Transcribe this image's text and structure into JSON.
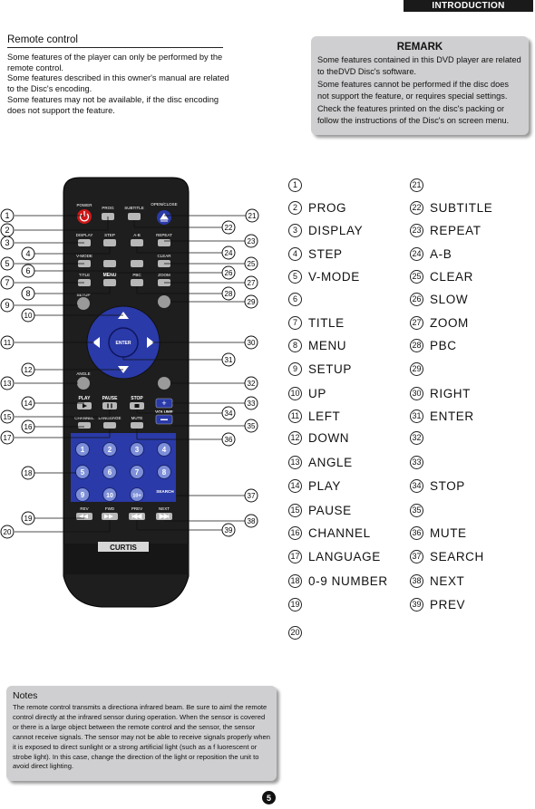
{
  "header": {
    "title": "INTRODUCTION"
  },
  "section": {
    "title": "Remote control"
  },
  "intro": [
    "Some features of the player can only be performed by the remote control.",
    "Some features described in this owner's manual are related to the Disc's encoding.",
    "Some features may not be available,  if the disc encoding does not support the feature."
  ],
  "remark": {
    "title": "REMARK",
    "lines": [
      "Some features contained in this DVD player are related to theDVD Disc's software.",
      "Some features cannot be performed if the disc does not support the feature, or requires special settings.",
      "Check the features printed on the disc's packing or follow the instructions of the Disc's on screen menu."
    ]
  },
  "legend_left": [
    {
      "num": "1",
      "label": ""
    },
    {
      "num": "2",
      "label": "PROG"
    },
    {
      "num": "3",
      "label": "DISPLAY"
    },
    {
      "num": "4",
      "label": "STEP"
    },
    {
      "num": "5",
      "label": "V-MODE"
    },
    {
      "num": "6",
      "label": ""
    },
    {
      "num": "7",
      "label": "TITLE"
    },
    {
      "num": "8",
      "label": "MENU"
    },
    {
      "num": "9",
      "label": "SETUP"
    },
    {
      "num": "10",
      "label": "UP"
    },
    {
      "num": "11",
      "label": "LEFT"
    },
    {
      "num": "12",
      "label": "DOWN"
    },
    {
      "num": "13",
      "label": "ANGLE"
    },
    {
      "num": "14",
      "label": "PLAY"
    },
    {
      "num": "15",
      "label": "PAUSE"
    },
    {
      "num": "16",
      "label": "CHANNEL"
    },
    {
      "num": "17",
      "label": "LANGUAGE"
    },
    {
      "num": "18",
      "label": "0-9 NUMBER"
    },
    {
      "num": "19",
      "label": ""
    },
    {
      "num": "20",
      "label": ""
    }
  ],
  "legend_right": [
    {
      "num": "21",
      "label": ""
    },
    {
      "num": "22",
      "label": "SUBTITLE"
    },
    {
      "num": "23",
      "label": "REPEAT"
    },
    {
      "num": "24",
      "label": "A-B"
    },
    {
      "num": "25",
      "label": "CLEAR"
    },
    {
      "num": "26",
      "label": "SLOW"
    },
    {
      "num": "27",
      "label": "ZOOM"
    },
    {
      "num": "28",
      "label": "PBC"
    },
    {
      "num": "29",
      "label": ""
    },
    {
      "num": "30",
      "label": "RIGHT"
    },
    {
      "num": "31",
      "label": "ENTER"
    },
    {
      "num": "32",
      "label": ""
    },
    {
      "num": "33",
      "label": ""
    },
    {
      "num": "34",
      "label": "STOP"
    },
    {
      "num": "35",
      "label": ""
    },
    {
      "num": "36",
      "label": "MUTE"
    },
    {
      "num": "37",
      "label": "SEARCH"
    },
    {
      "num": "38",
      "label": "NEXT"
    },
    {
      "num": "39",
      "label": "PREV"
    }
  ],
  "remote": {
    "brand": "CURTIS",
    "labels": {
      "power": "POWER",
      "prog": "PROG",
      "subtitle": "SUBTITLE",
      "open_close": "OPEN/CLOSE",
      "display": "DISPLAY",
      "step": "STEP",
      "ab": "A-B",
      "repeat": "REPEAT",
      "vmode": "V-MODE",
      "clear": "CLEAR",
      "title": "TITLE",
      "menu": "MENU",
      "pbc": "PBC",
      "zoom": "ZOOM",
      "setup": "SETUP",
      "enter": "ENTER",
      "angle": "ANGLE",
      "play": "PLAY",
      "pause": "PAUSE",
      "stop": "STOP",
      "volume": "VOLUME",
      "channel": "CHANNEL",
      "language": "LANGUAGE",
      "mute": "MUTE",
      "search": "SEARCH",
      "rev": "REV",
      "fwd": "FWD",
      "prev": "PREV",
      "next": "NEXT"
    },
    "digits": [
      "1",
      "2",
      "3",
      "4",
      "5",
      "6",
      "7",
      "8",
      "9",
      "10",
      "10+"
    ],
    "callouts_left": [
      "1",
      "2",
      "3",
      "4",
      "5",
      "6",
      "7",
      "8",
      "9",
      "10",
      "11",
      "12",
      "13",
      "14",
      "15",
      "16",
      "17",
      "18",
      "19",
      "20"
    ],
    "callouts_right": [
      "21",
      "22",
      "23",
      "24",
      "25",
      "26",
      "27",
      "28",
      "29",
      "30",
      "31",
      "32",
      "33",
      "34",
      "35",
      "36",
      "37",
      "38",
      "39"
    ]
  },
  "notes": {
    "title": "Notes",
    "text": "The remote control transmits a directiona infrared beam. Be sure to aiml the remote control directly at the infrared sensor during operation. When the sensor is covered or there is a large object between the remote control and the sensor, the sensor cannot receive signals. The sensor may not be able to receive signals properly when it is exposed to direct sunlight or a strong artificial light (such as a f luorescent or strobe light). In this case, change the direction of the light or reposition the unit to avoid direct lighting."
  },
  "page": {
    "number": "5"
  },
  "colors": {
    "remote_body": "#1e1e1e",
    "button_blue": "#2a3aa8",
    "power_red": "#d01818",
    "panel_gray": "#cfcfd1"
  }
}
